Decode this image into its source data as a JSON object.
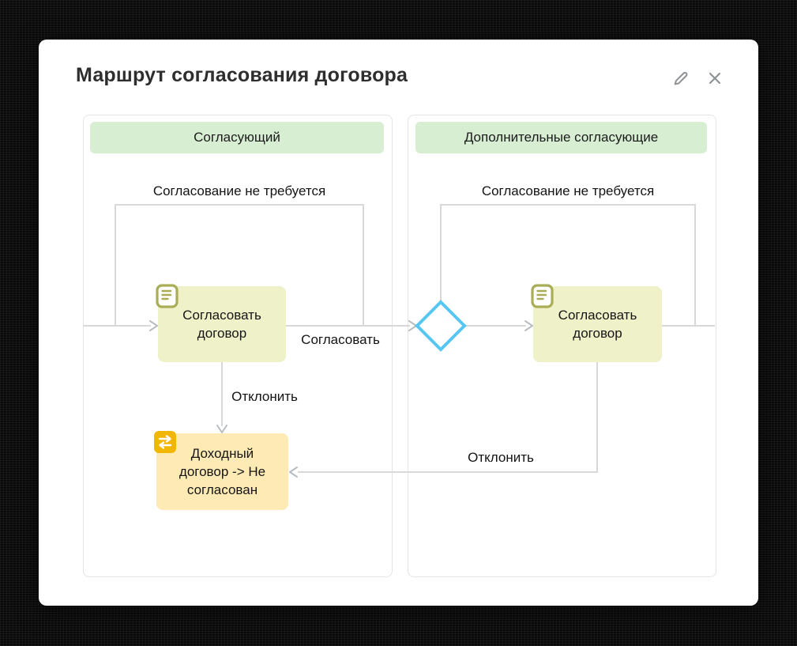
{
  "modal": {
    "title": "Маршрут согласования договора"
  },
  "icons": {
    "edit": "pencil",
    "close": "x-cross",
    "task": "document-lines",
    "result": "swap-arrows",
    "gateway": "diamond-outline"
  },
  "lanes": [
    {
      "header": "Согласующий",
      "bypass_label": "Согласование не требуется"
    },
    {
      "header": "Дополнительные согласующие",
      "bypass_label": "Согласование не требуется"
    }
  ],
  "nodes": {
    "task_lane1": {
      "label": "Согласовать договор"
    },
    "task_lane2": {
      "label": "Согласовать договор"
    },
    "result": {
      "label": "Доходный договор -> Не согласован"
    }
  },
  "edges": {
    "approve": "Согласовать",
    "reject_lane1": "Отклонить",
    "reject_lane2": "Отклонить"
  },
  "colors": {
    "lane_header_bg": "#d7eed3",
    "lane_border": "#e4e4e4",
    "task_bg": "#eff1c8",
    "result_bg": "#fdeab4",
    "gateway": "#57c6f3",
    "line": "#d8d8d8",
    "arrow": "#b7bdc1",
    "icon_olive": "#a9ad56",
    "icon_orange": "#f2b705"
  }
}
